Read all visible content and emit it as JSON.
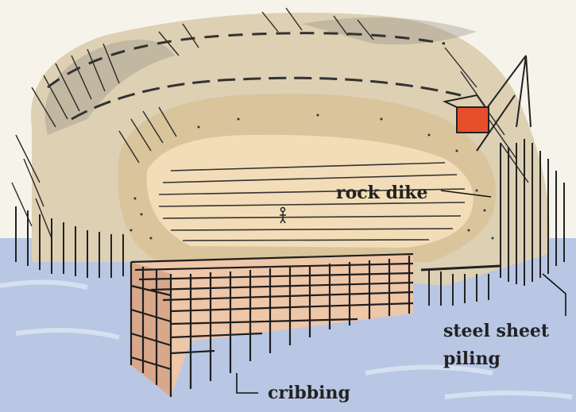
{
  "illustration": {
    "subject": "cofferdam",
    "colors": {
      "sky": "#f6f3ea",
      "water": "#b9c7e4",
      "sand_floor": "#f3ddb8",
      "dirt_rim": "#d8c7a5",
      "hatching": "#2a2a2a",
      "crib_fill": "#eec6a8",
      "crane_bucket": "#e5502a"
    }
  },
  "labels": {
    "rock_dike": "rock dike",
    "steel_sheet": "steel sheet",
    "piling": "piling",
    "cribbing": "cribbing"
  }
}
